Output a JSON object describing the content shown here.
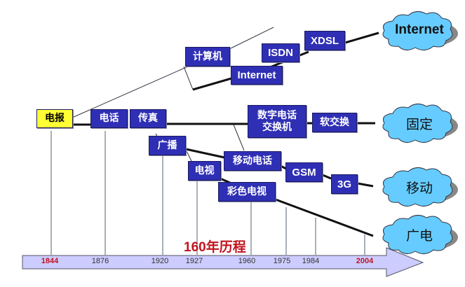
{
  "diagram": {
    "title": "160年历程",
    "nodes": {
      "telegraph": "电报",
      "telephone": "电话",
      "fax": "传真",
      "computer": "计算机",
      "internet_node": "Internet",
      "isdn": "ISDN",
      "xdsl": "XDSL",
      "digital_switch_line1": "数字电话",
      "digital_switch_line2": "交换机",
      "softswitch": "软交换",
      "broadcast": "广播",
      "mobile_phone": "移动电话",
      "gsm": "GSM",
      "3g": "3G",
      "tv": "电视",
      "color_tv": "彩色电视"
    },
    "clouds": {
      "internet": "Internet",
      "fixed": "固定",
      "mobile": "移动",
      "broadcast_tv": "广电"
    },
    "timeline": {
      "ticks": [
        {
          "year": "1844",
          "highlight": true
        },
        {
          "year": "1876",
          "highlight": false
        },
        {
          "year": "1920",
          "highlight": false
        },
        {
          "year": "1927",
          "highlight": false
        },
        {
          "year": "1960",
          "highlight": false
        },
        {
          "year": "1975",
          "highlight": false
        },
        {
          "year": "1984",
          "highlight": false
        },
        {
          "year": "2004",
          "highlight": true
        }
      ]
    },
    "colors": {
      "box_fill": "#2f2fb5",
      "highlight_box": "#ffff33",
      "cloud_fill": "#66ccff",
      "arrow_fill": "#ccccff",
      "accent_red": "#c0141e"
    }
  }
}
